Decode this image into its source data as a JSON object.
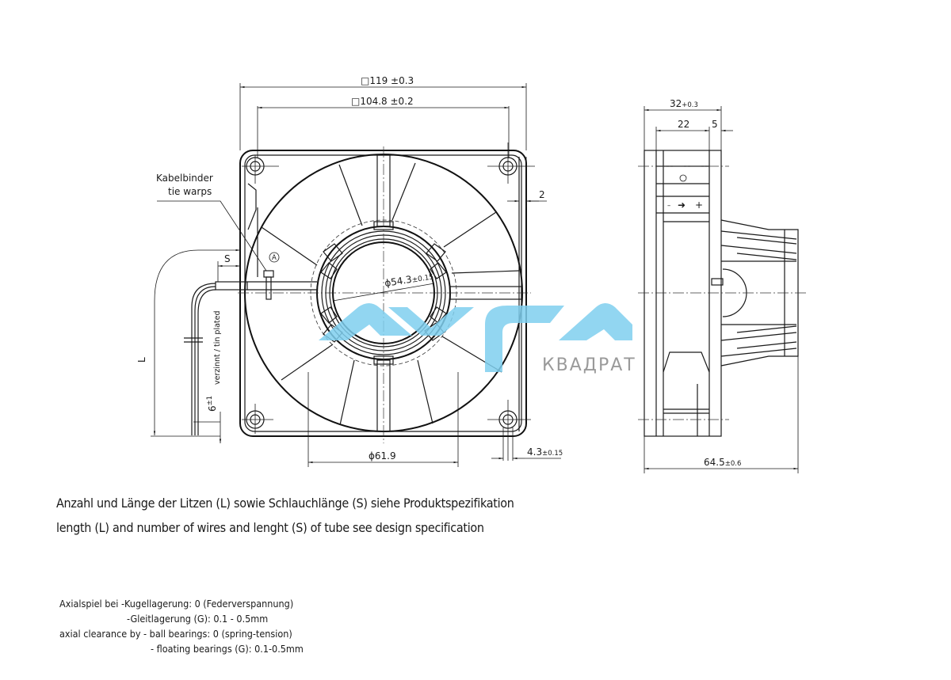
{
  "front_view": {
    "dim_outer": "□119 ±0.3",
    "dim_inner": "□104.8 ±0.2",
    "dim_hub_bore": "ϕ54.3",
    "dim_hub_bore_tol": "±0.15",
    "dim_venturi": "ϕ61.9",
    "dim_hole": "4.3",
    "dim_hole_tol": "±0.15",
    "dim_flange": "2",
    "label_tie_de": "Kabelbinder",
    "label_tie_en": "tie warps",
    "label_S": "S",
    "label_L": "L",
    "label_strip": "6",
    "label_strip_tol": "±1",
    "label_tin": "verzinnt / tin plated",
    "label_A": "A"
  },
  "side_view": {
    "dim_depth": "32",
    "dim_depth_tol": "+0.3",
    "dim_22": "22",
    "dim_5": "5",
    "dim_total": "64.5",
    "dim_total_tol": "±0.6",
    "polarity_minus": "–",
    "polarity_arrow": "➜",
    "polarity_plus": "+"
  },
  "notes": {
    "line_de": "Anzahl und Länge der Litzen (L) sowie Schlauchlänge (S) siehe Produktspezifikation",
    "line_en": "length (L) and number of wires and lenght (S) of tube see design specification"
  },
  "axial": {
    "line1": "Axialspiel bei -Kugellagerung: 0 (Federverspannung)",
    "line2": "-Gleitlagerung (G): 0.1 - 0.5mm",
    "line3": "axial clearance by - ball bearings: 0 (spring-tension)",
    "line4": "- floating bearings (G): 0.1-0.5mm"
  },
  "watermark": {
    "text": "КВАДРАТ",
    "color": "#7fcfee"
  }
}
